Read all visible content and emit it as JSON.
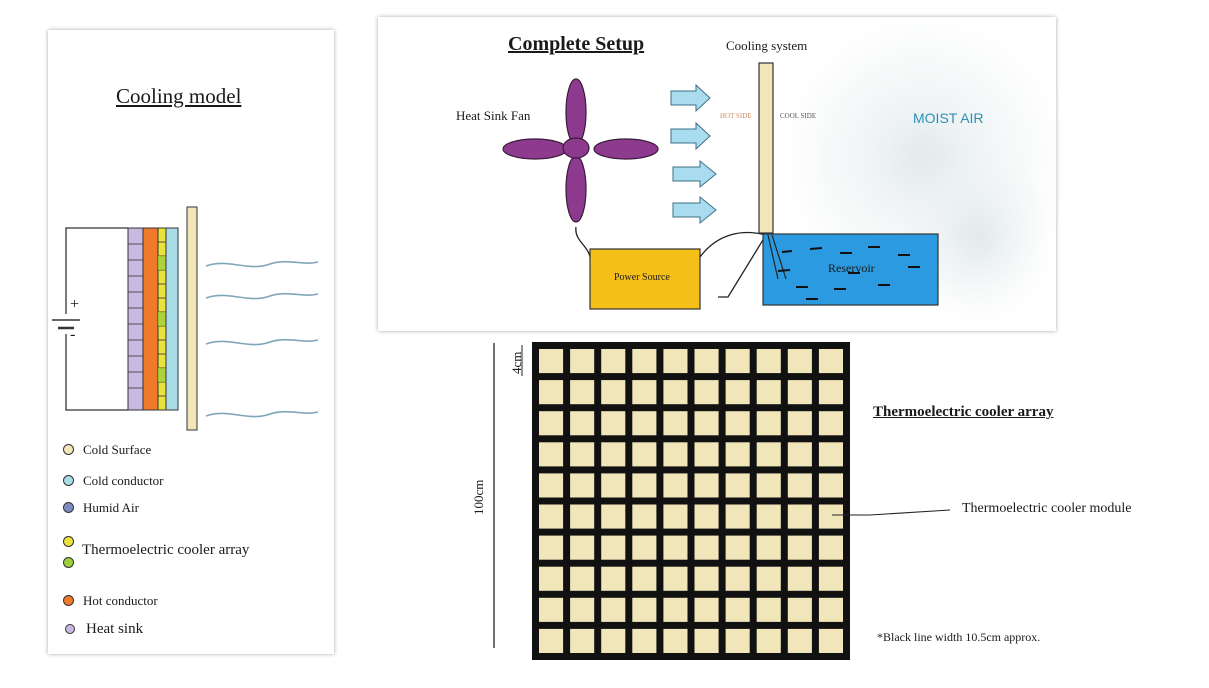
{
  "cooling_model": {
    "title": "Cooling model",
    "battery_plus": "+",
    "battery_minus": "-",
    "legend": [
      {
        "label": "Cold Surface",
        "color": "#f2e6b8"
      },
      {
        "label": "Cold conductor",
        "color": "#a8dce6"
      },
      {
        "label": "Humid Air",
        "color": "#7b8cc0"
      },
      {
        "label": "Thermoelectric cooler array",
        "color": "#e8e23a",
        "color2": "#9ccf3a"
      },
      {
        "label": "Hot conductor",
        "color": "#ef7a2a"
      },
      {
        "label": "Heat sink",
        "color": "#c9b8e0"
      }
    ]
  },
  "complete_setup": {
    "title": "Complete Setup",
    "cooling_system_label": "Cooling system",
    "fan_label": "Heat Sink Fan",
    "hot_side_label": "HOT SIDE",
    "cool_side_label": "COOL SIDE",
    "moist_air_label": "MOIST AIR",
    "power_source_label": "Power Source",
    "reservoir_label": "Reservoir",
    "colors": {
      "fan": "#8e3b8f",
      "power": "#f5bf1a",
      "reservoir": "#2c9ae0",
      "arrow": "#a9dcef",
      "moist": "#2e8fb8"
    }
  },
  "array": {
    "title": "Thermoelectric cooler array",
    "module_label": "Thermoelectric cooler module",
    "cell_dim_label": "4cm",
    "side_dim_label": "100cm",
    "note": "*Black line width 10.5cm approx.",
    "rows": 10,
    "cols": 10,
    "colors": {
      "cell": "#f1e6b9",
      "line": "#111111"
    }
  }
}
